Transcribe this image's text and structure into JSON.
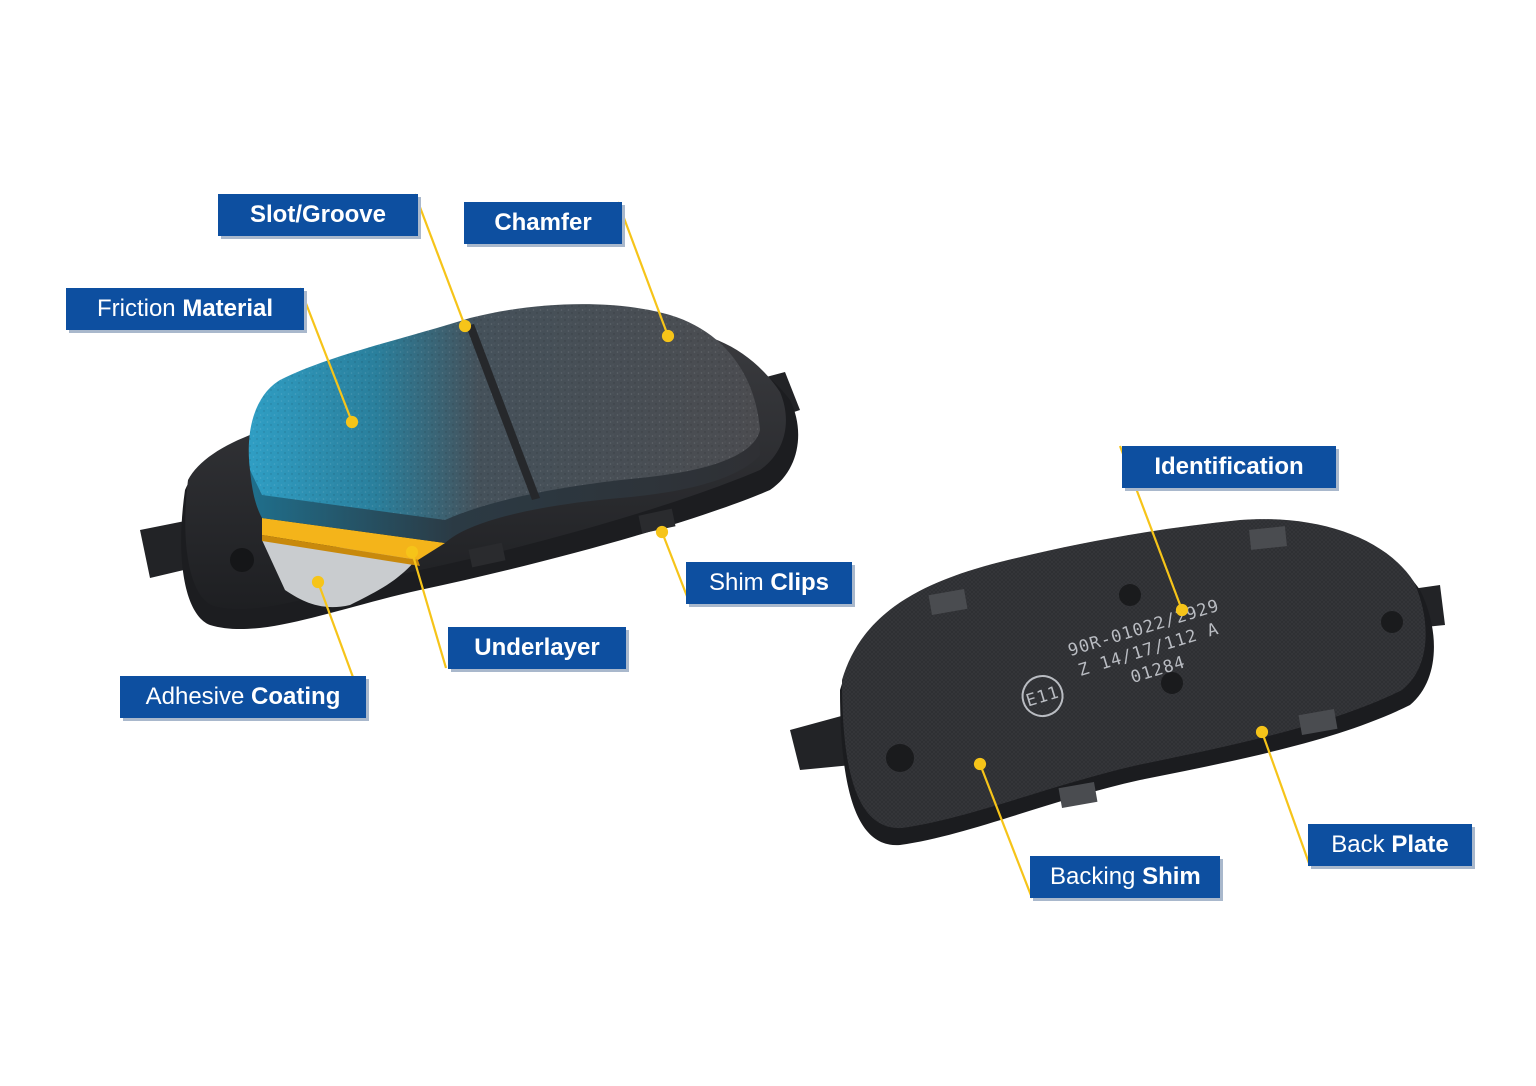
{
  "colors": {
    "label_bg": "#0d4fa0",
    "label_shadow": "#a9b8cc",
    "leader": "#f6c419",
    "friction_blue": "#2a8db0",
    "friction_grey": "#4a4d52",
    "backplate": "#2b2c2f",
    "underlayer": "#f4b41a",
    "adhesive": "#c7cacc"
  },
  "labels": {
    "slot_groove": {
      "light": "",
      "bold": "Slot/Groove"
    },
    "chamfer": {
      "light": "",
      "bold": "Chamfer"
    },
    "friction_material": {
      "light": "Friction ",
      "bold": "Material"
    },
    "shim_clips": {
      "light": "Shim ",
      "bold": "Clips"
    },
    "underlayer": {
      "light": "",
      "bold": "Underlayer"
    },
    "adhesive_coating": {
      "light": "Adhesive ",
      "bold": "Coating"
    },
    "identification": {
      "light": "",
      "bold": "Identification"
    },
    "back_plate": {
      "light": "Back ",
      "bold": "Plate"
    },
    "backing_shim": {
      "light": "Backing ",
      "bold": "Shim"
    }
  },
  "stamp": {
    "circle_mark": "E11",
    "line1": "90R-01022/2929",
    "line2": "Z 14/17/112 A",
    "line3": "01284"
  }
}
